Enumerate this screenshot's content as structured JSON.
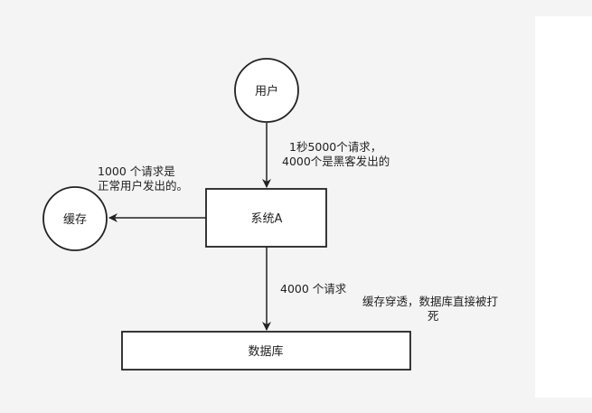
{
  "nodes": {
    "user": "用户",
    "cache": "缓存",
    "system": "系统A",
    "database": "数据库"
  },
  "annotations": {
    "requests_line1": "1秒5000个请求，",
    "requests_line2": "4000个是黑客发出的",
    "normal_line1": "1000 个请求是",
    "normal_line2": "正常用户发出的。",
    "db_requests": "4000 个请求",
    "penetration_line1": "缓存穿透，数据库直接被打",
    "penetration_line2": "死"
  },
  "colors": {
    "background": "#f4f4f4",
    "stroke": "#222222",
    "fill": "#ffffff"
  }
}
